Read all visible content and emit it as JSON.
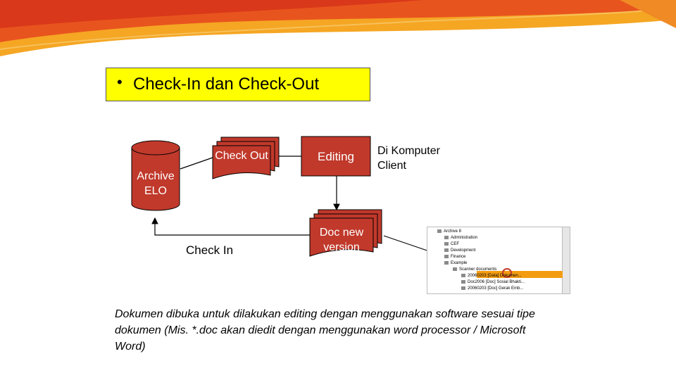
{
  "slide": {
    "title": "Check-In dan Check-Out",
    "bullet": "•"
  },
  "diagram": {
    "archive_label": "Archive ELO",
    "checkout_label": "Check Out",
    "editing_label": "Editing",
    "docnew_label": "Doc new version",
    "checkin_label": "Check In",
    "client_label": "Di Komputer Client"
  },
  "caption": "Dokumen dibuka untuk dilakukan editing dengan menggunakan software sesuai tipe dokumen (Mis. *.doc akan diedit dengan menggunakan word processor / Microsoft Word)",
  "tree_items": [
    "Archive 8",
    "Administration",
    "CEF",
    "Development",
    "Finance",
    "Example",
    "Scanner documents",
    "20060203 [Data] Dokumen...",
    "Doc2006 [Doc] Sosial Bhakti...",
    "20060203 [Doc] Gerak Emb..."
  ],
  "colors": {
    "shape_fill": "#c0392b",
    "title_fill": "#ffff00",
    "accent_orange": "#f39c12"
  }
}
